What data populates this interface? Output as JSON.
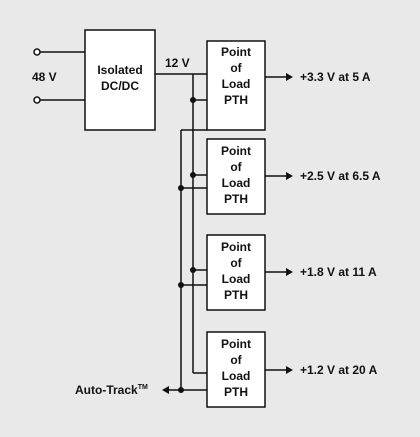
{
  "diagram": {
    "background_color": "#e9e9e9",
    "input_label": "48 V",
    "converter_line1": "Isolated",
    "converter_line2": "DC/DC",
    "bus_label": "12 V",
    "pol_label_lines": [
      "Point",
      "of",
      "Load",
      "PTH"
    ],
    "outputs": [
      "+3.3 V at 5 A",
      "+2.5 V at 6.5 A",
      "+1.8 V at 11 A",
      "+1.2 V at 20 A"
    ],
    "auto_track_label": "Auto-Track",
    "auto_track_mark": "TM"
  }
}
